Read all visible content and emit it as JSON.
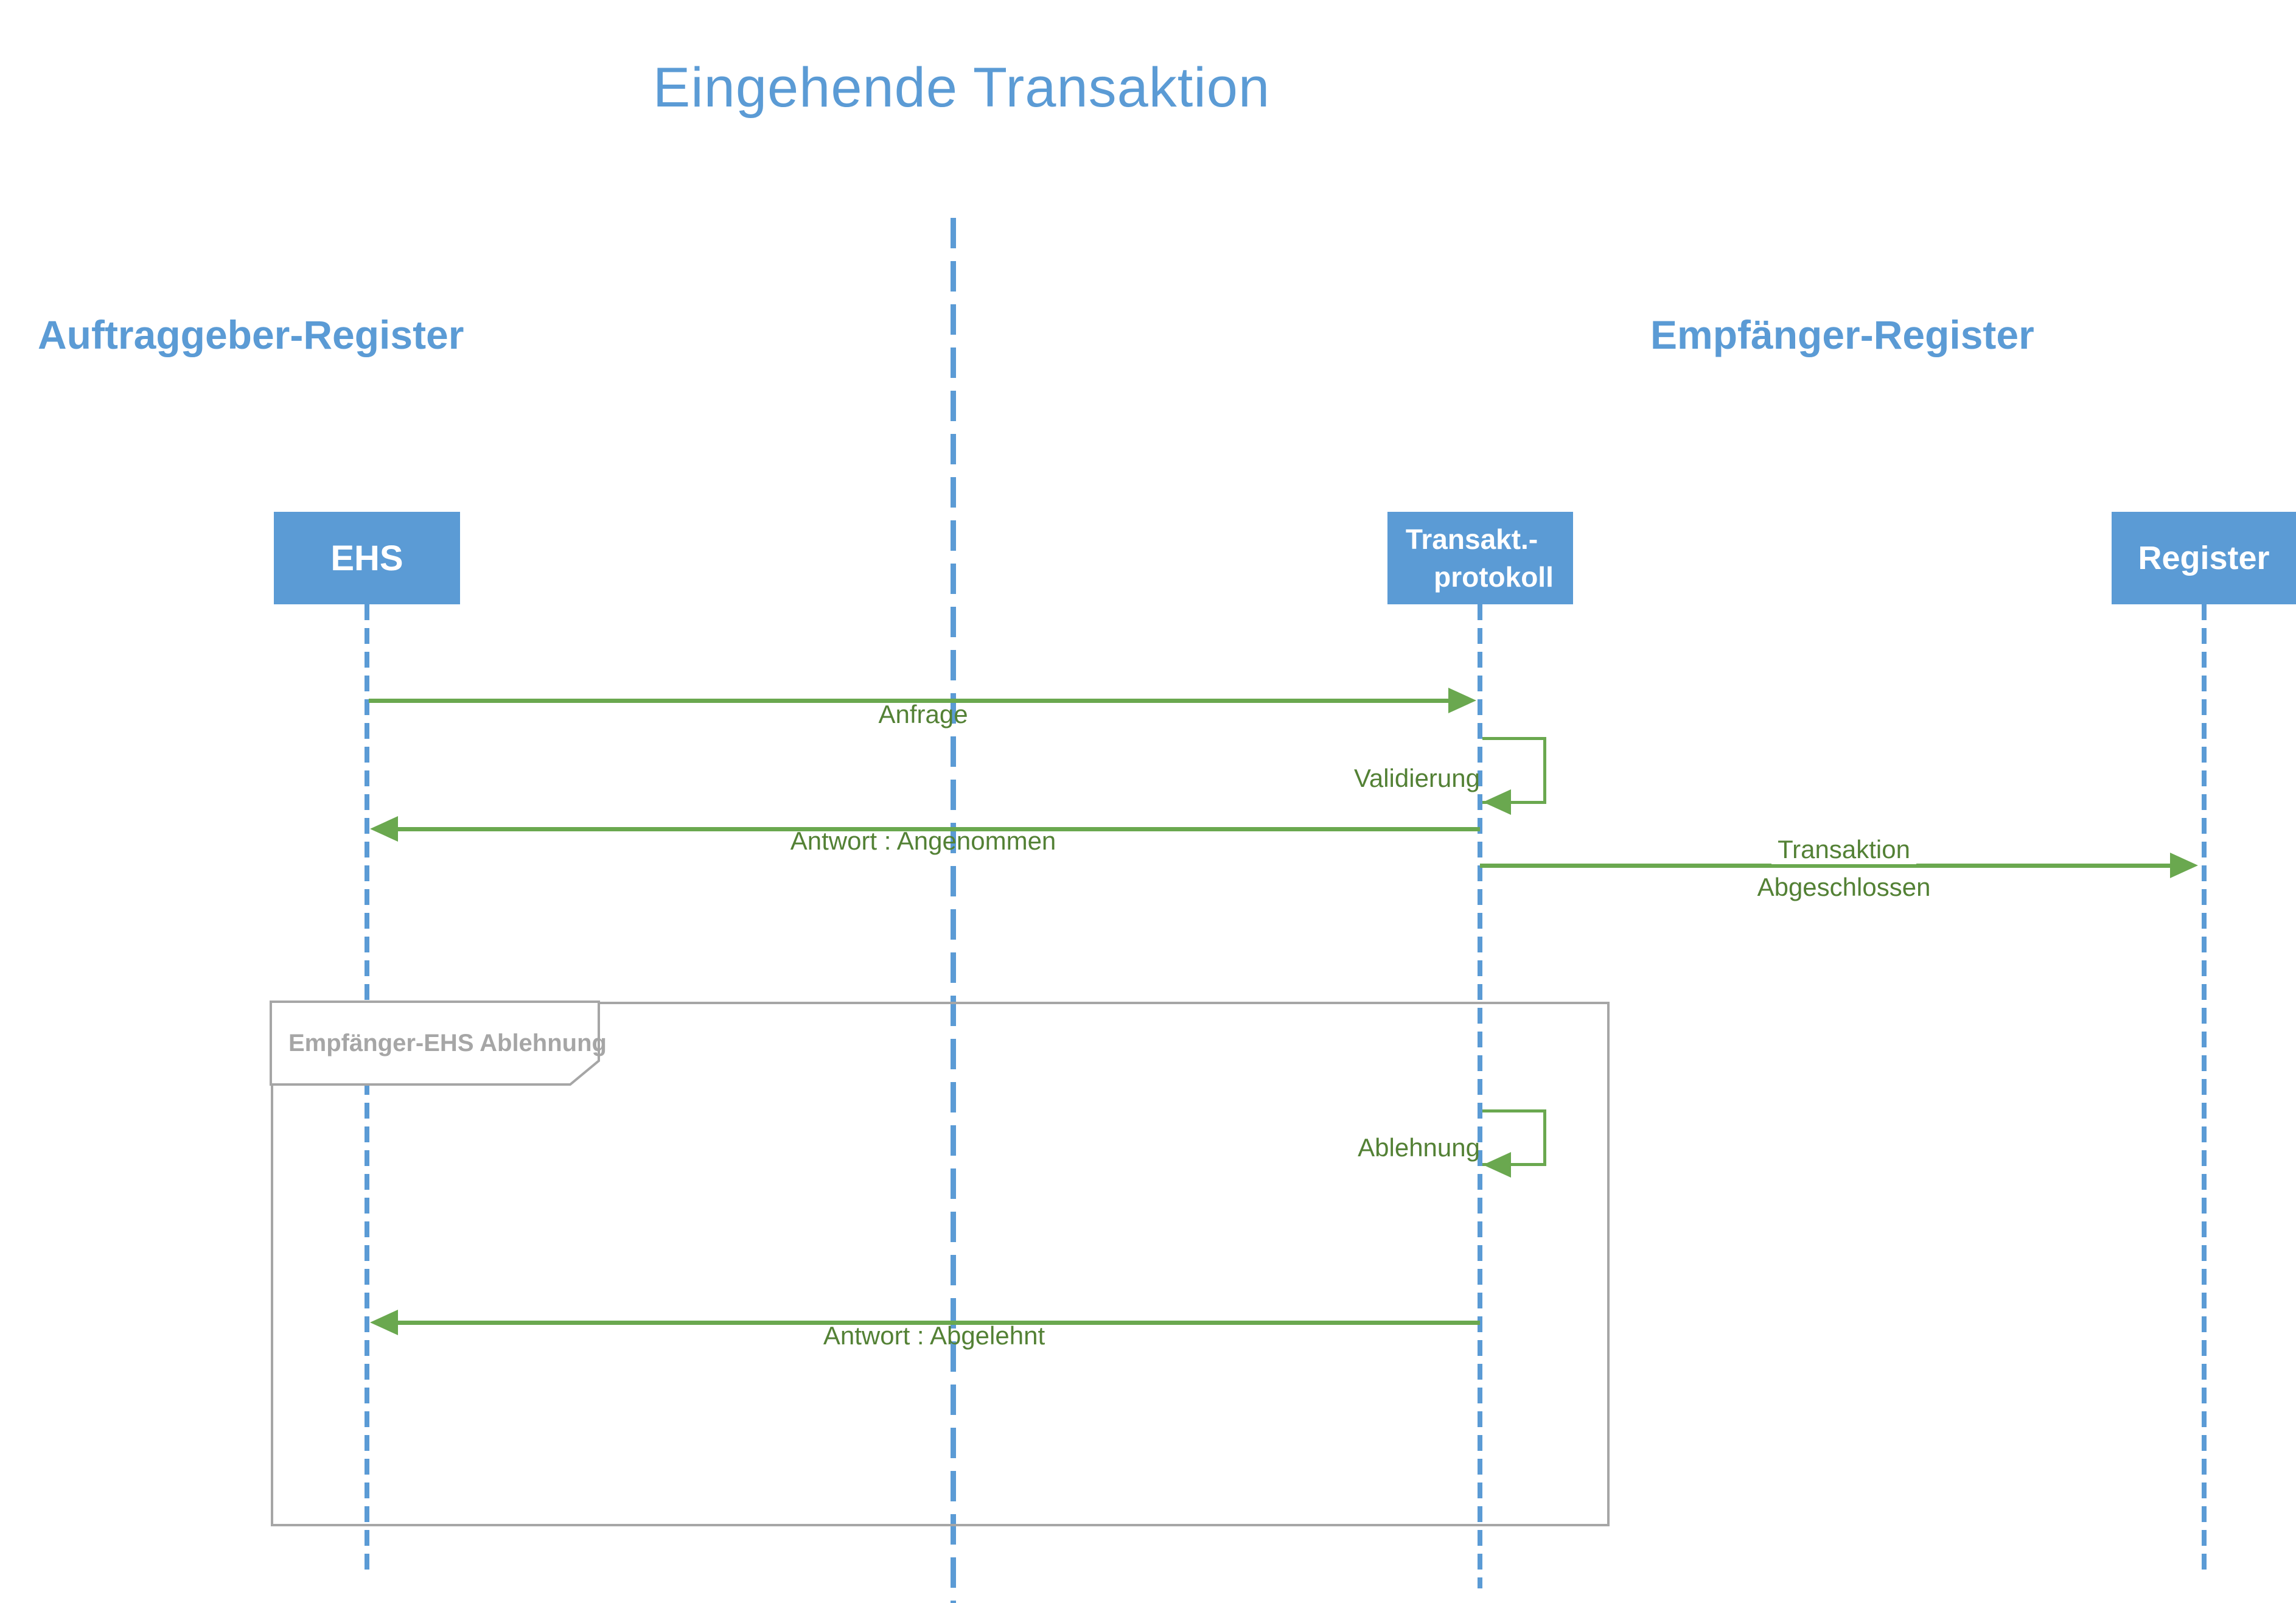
{
  "title": "Eingehende Transaktion",
  "lanes": {
    "left_header": "Auftraggeber-Register",
    "right_header": "Empfänger-Register"
  },
  "actors": {
    "ehs": {
      "label": "EHS"
    },
    "protokoll": {
      "label_line1": "Transakt.-",
      "label_line2": "protokoll"
    },
    "register": {
      "label": "Register"
    }
  },
  "messages": {
    "anfrage": {
      "label": "Anfrage",
      "from": "EHS",
      "to": "Transakt.-protokoll"
    },
    "validierung": {
      "label": "Validierung",
      "type": "self-message"
    },
    "antwort_angenommen": {
      "label": "Antwort : Angenommen",
      "from": "Transakt.-protokoll",
      "to": "EHS"
    },
    "transaktion_abgeschlossen": {
      "label_line1": "Transaktion",
      "label_line2": "Abgeschlossen",
      "from": "Transakt.-protokoll",
      "to": "Register"
    },
    "ablehnung": {
      "label": "Ablehnung",
      "type": "self-message"
    },
    "antwort_abgelehnt": {
      "label": "Antwort : Abgelehnt",
      "from": "Transakt.-protokoll",
      "to": "EHS"
    }
  },
  "fragment": {
    "label": "Empfänger-EHS Ablehnung"
  },
  "colors": {
    "accent_blue": "#5b9bd5",
    "arrow_green": "#6aa84f",
    "label_green": "#538135",
    "frame_gray": "#a6a6a6"
  }
}
